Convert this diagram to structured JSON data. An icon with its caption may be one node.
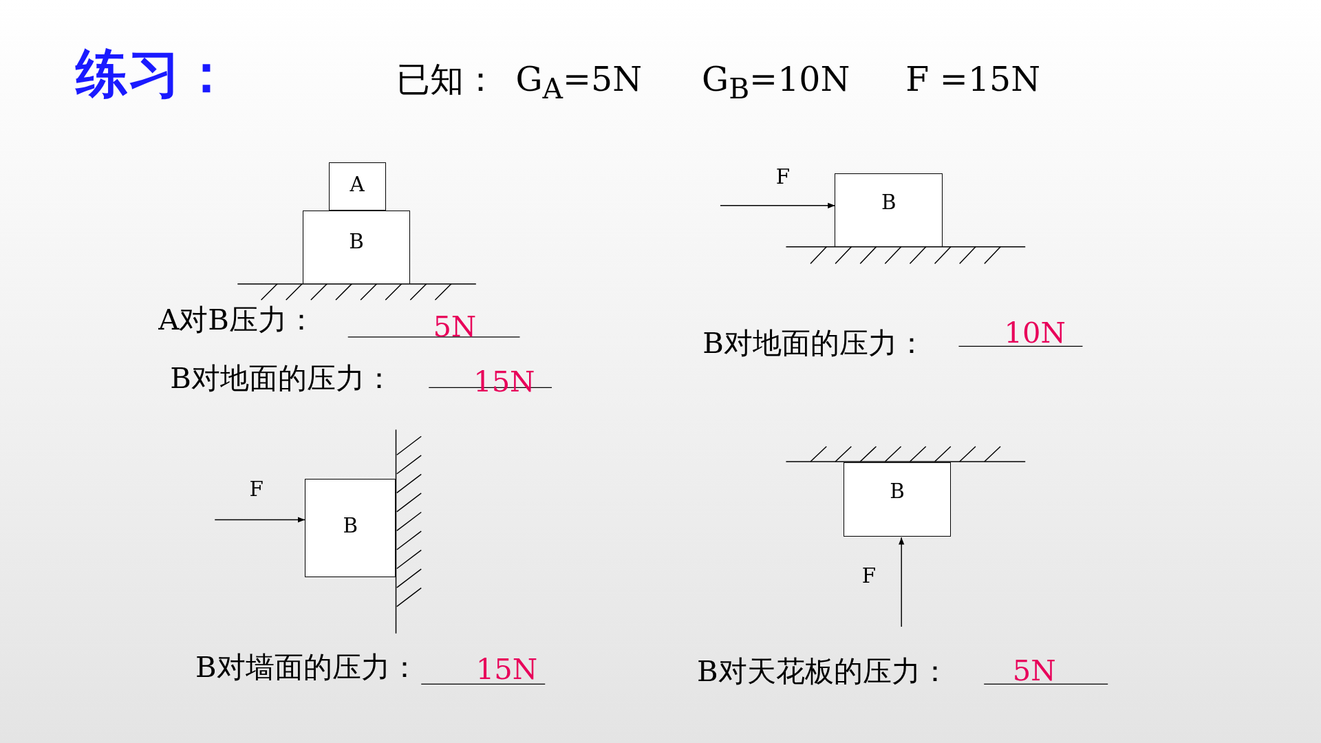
{
  "diagram": {
    "title": "练习：",
    "nodes": [
      {
        "text": [
          "A"
        ]
      },
      {
        "text": [
          "B"
        ]
      },
      {
        "text": [
          "B"
        ]
      },
      {
        "text": [
          "B"
        ]
      },
      {
        "text": [
          "B"
        ]
      }
    ],
    "edges": [
      {
        "from": null,
        "to": 2,
        "arrow": "to",
        "label": "F"
      },
      {
        "from": null,
        "to": 3,
        "arrow": "to",
        "label": "F"
      },
      {
        "from": null,
        "to": 4,
        "arrow": "to",
        "label": "F"
      }
    ],
    "labels": [
      "已知：",
      "G$_{A}$=5N",
      "G$_{B}$=10N",
      "F =15N",
      "A对B压力：",
      "5N",
      "B对地面的压力：",
      "15N",
      "B对地面的压力：",
      "10N",
      "B对墙面的压力：",
      "15N",
      "B对天花板的压力：",
      "5N"
    ]
  }
}
